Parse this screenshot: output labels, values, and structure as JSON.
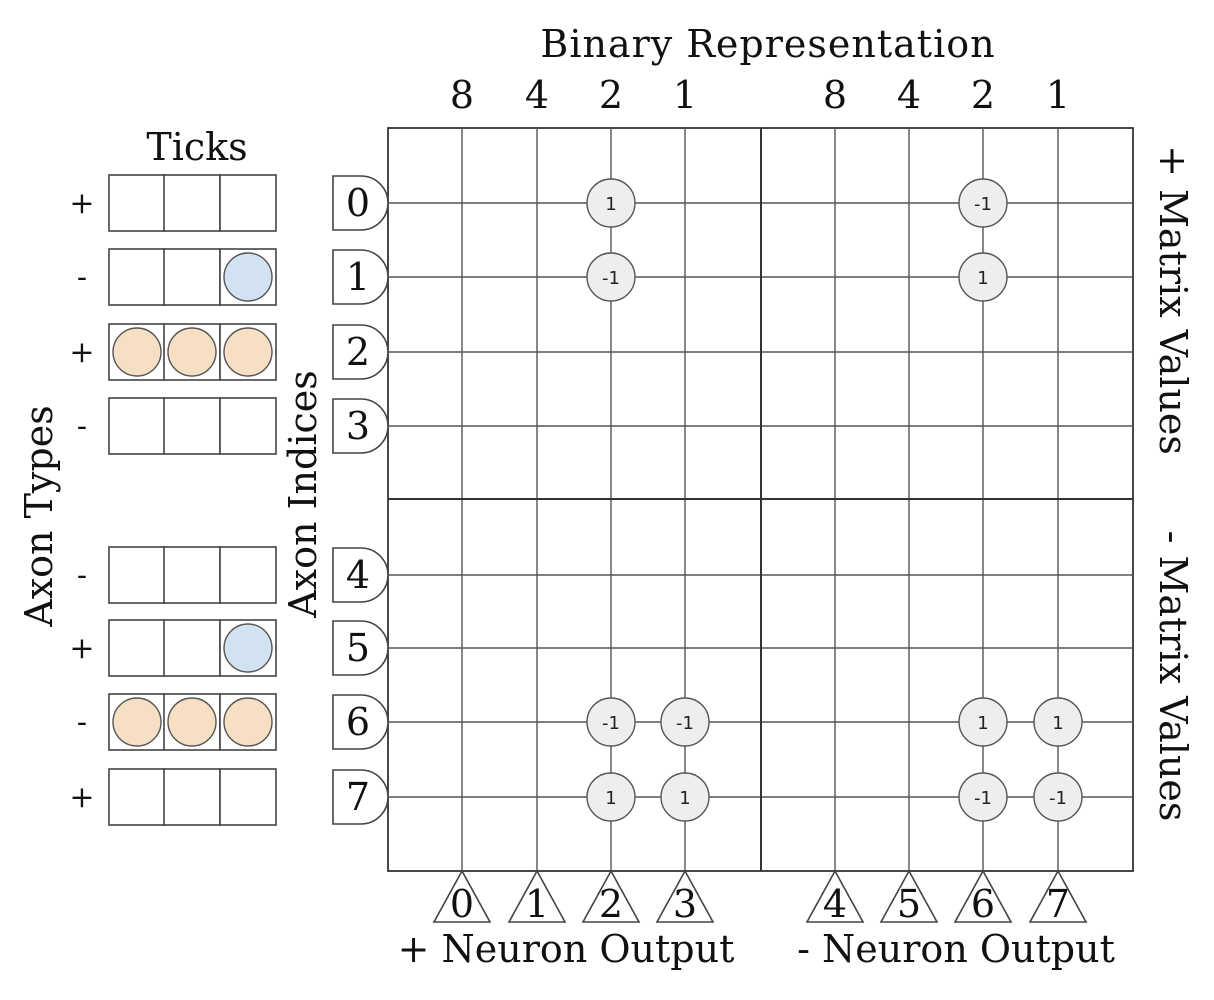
{
  "labels": {
    "binary_representation": "Binary Representation",
    "ticks": "Ticks",
    "axon_types": "Axon Types",
    "axon_indices": "Axon Indices",
    "pos_matrix": "+ Matrix Values",
    "neg_matrix": "- Matrix Values",
    "pos_neuron_output": "+ Neuron Output",
    "neg_neuron_output": "- Neuron Output"
  },
  "bit_weights": [
    "8",
    "4",
    "2",
    "1",
    "8",
    "4",
    "2",
    "1"
  ],
  "neuron_indices": [
    "0",
    "1",
    "2",
    "3",
    "4",
    "5",
    "6",
    "7"
  ],
  "axon_rows": [
    {
      "index": "0",
      "type": "+",
      "ticks": [
        "",
        "",
        ""
      ]
    },
    {
      "index": "1",
      "type": "-",
      "ticks": [
        "",
        "",
        "blue"
      ]
    },
    {
      "index": "2",
      "type": "+",
      "ticks": [
        "orange",
        "orange",
        "orange"
      ]
    },
    {
      "index": "3",
      "type": "-",
      "ticks": [
        "",
        "",
        ""
      ]
    },
    {
      "index": "4",
      "type": "-",
      "ticks": [
        "",
        "",
        ""
      ]
    },
    {
      "index": "5",
      "type": "+",
      "ticks": [
        "",
        "",
        "blue"
      ]
    },
    {
      "index": "6",
      "type": "-",
      "ticks": [
        "orange",
        "orange",
        "orange"
      ]
    },
    {
      "index": "7",
      "type": "+",
      "ticks": [
        "",
        "",
        ""
      ]
    }
  ],
  "synapses": [
    {
      "row": 0,
      "col": 2,
      "value": "1"
    },
    {
      "row": 0,
      "col": 6,
      "value": "-1"
    },
    {
      "row": 1,
      "col": 2,
      "value": "-1"
    },
    {
      "row": 1,
      "col": 6,
      "value": "1"
    },
    {
      "row": 6,
      "col": 2,
      "value": "-1"
    },
    {
      "row": 6,
      "col": 3,
      "value": "-1"
    },
    {
      "row": 6,
      "col": 6,
      "value": "1"
    },
    {
      "row": 6,
      "col": 7,
      "value": "1"
    },
    {
      "row": 7,
      "col": 2,
      "value": "1"
    },
    {
      "row": 7,
      "col": 3,
      "value": "1"
    },
    {
      "row": 7,
      "col": 6,
      "value": "-1"
    },
    {
      "row": 7,
      "col": 7,
      "value": "-1"
    }
  ],
  "colors": {
    "spike_blue": "#d3e2f2",
    "spike_orange": "#f7dfc3",
    "synapse_fill": "#eeeeee",
    "line": "#555555"
  }
}
